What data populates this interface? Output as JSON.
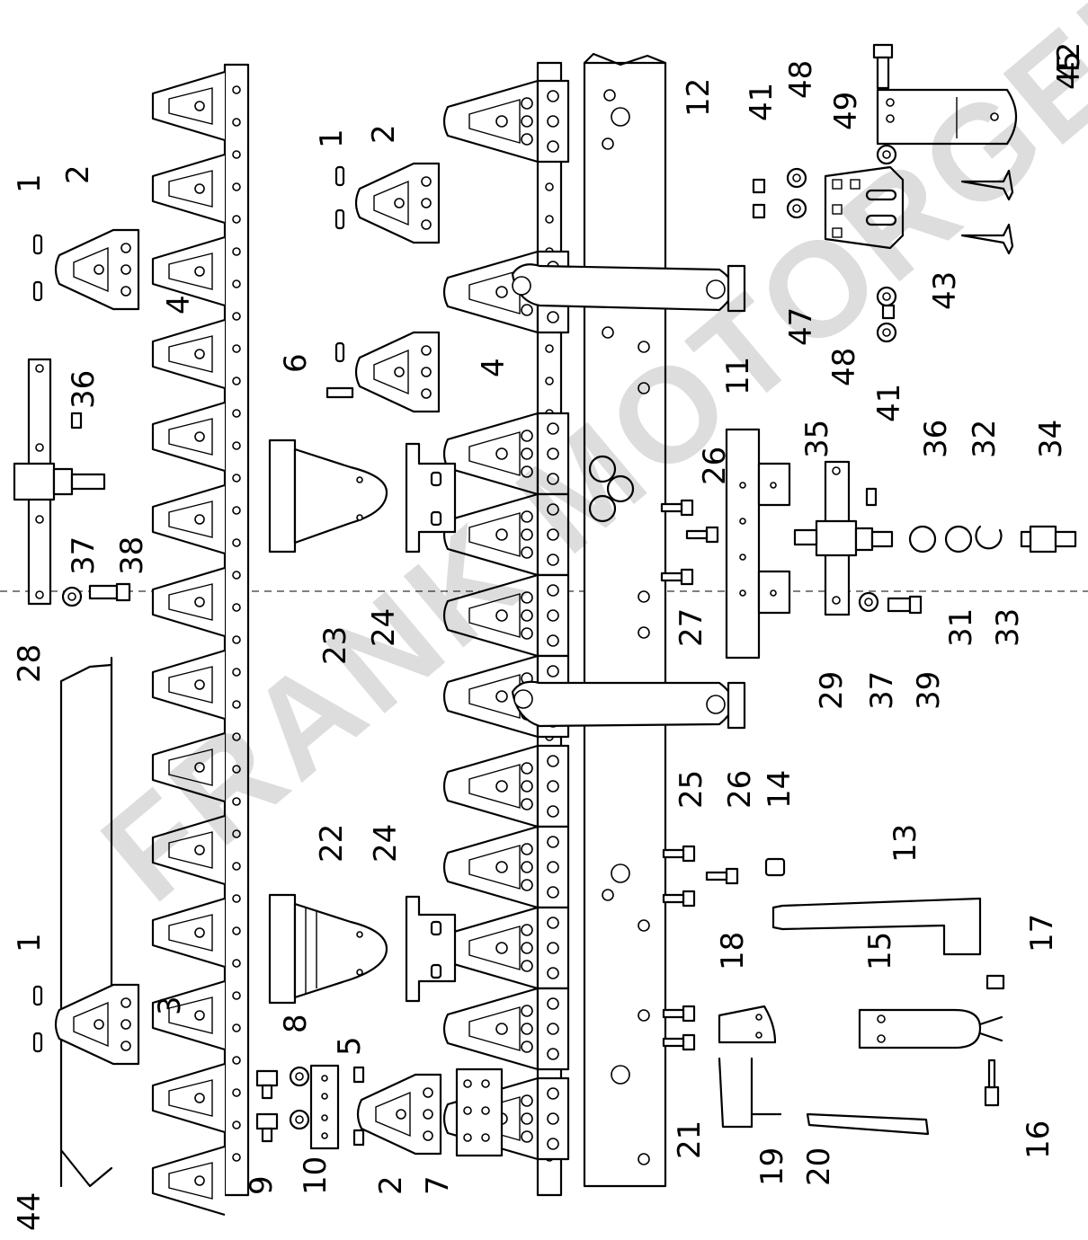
{
  "watermark": "FRANK MOTORGERATE",
  "callouts": [
    "1",
    "2",
    "3",
    "4",
    "5",
    "6",
    "7",
    "8",
    "9",
    "10",
    "11",
    "12",
    "13",
    "14",
    "15",
    "16",
    "17",
    "18",
    "19",
    "20",
    "21",
    "22",
    "23",
    "24",
    "25",
    "26",
    "27",
    "28",
    "29",
    "31",
    "32",
    "33",
    "34",
    "35",
    "36",
    "37",
    "38",
    "39",
    "41",
    "42",
    "43",
    "44",
    "45",
    "47",
    "48",
    "49"
  ]
}
